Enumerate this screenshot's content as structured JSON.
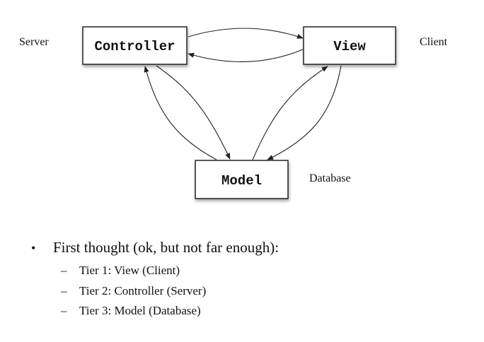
{
  "diagram": {
    "nodes": {
      "controller": "Controller",
      "view": "View",
      "model": "Model"
    },
    "labels": {
      "server": "Server",
      "client": "Client",
      "database": "Database"
    }
  },
  "notes": {
    "bullet": "First thought (ok, but not far enough):",
    "items": [
      "Tier 1: View (Client)",
      "Tier 2: Controller (Server)",
      "Tier 3: Model (Database)"
    ]
  }
}
